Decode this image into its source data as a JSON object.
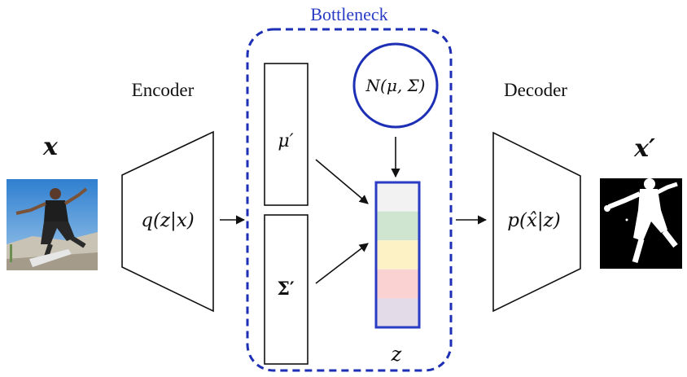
{
  "labels": {
    "bottleneck": "Bottleneck",
    "encoder": "Encoder",
    "decoder": "Decoder",
    "input_var": "x",
    "output_var": "x′",
    "encoder_fn": "q(z|x)",
    "decoder_fn": "p(x̂|z)",
    "mu_prime": "μ′",
    "sigma_prime": "Σ′",
    "prior": "N(μ, Σ)",
    "latent": "z"
  },
  "colors": {
    "bottleneck_border": "#1d2fb5",
    "bottleneck_label": "#2a3bc4",
    "prior_circle": "#1d2fb5",
    "latent_border": "#2a3bc4",
    "stroke": "#111111"
  },
  "latent_cells": [
    {
      "name": "cell-1",
      "color": "#f2f2f2"
    },
    {
      "name": "cell-2",
      "color": "#cfe5cf"
    },
    {
      "name": "cell-3",
      "color": "#fdf1c6"
    },
    {
      "name": "cell-4",
      "color": "#fad2d2"
    },
    {
      "name": "cell-5",
      "color": "#e3dbe8"
    }
  ],
  "images": {
    "input": "skateboarder photo",
    "output": "segmentation mask"
  }
}
